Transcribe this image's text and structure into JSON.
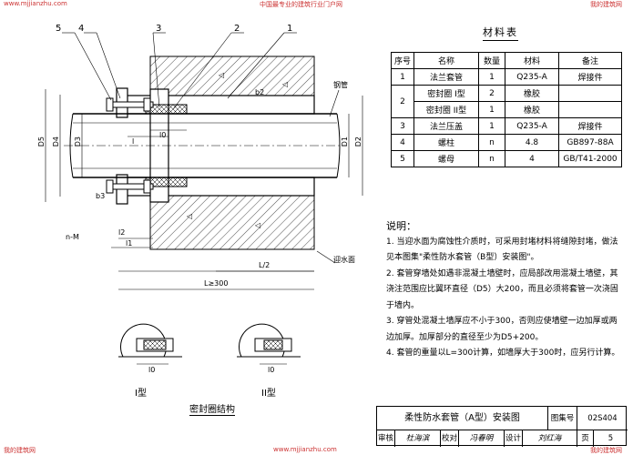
{
  "watermark": {
    "left": "www.mjjianzhu.com",
    "center": "中国最专业的建筑行业门户网",
    "right": "我的建筑网",
    "bottom_left": "我的建筑网",
    "bottom_center": "www.mjjianzhu.com",
    "bottom_right": "我的建筑网"
  },
  "drawing": {
    "callouts": [
      "5",
      "4",
      "3",
      "2",
      "1"
    ],
    "pipe_label": "钢管",
    "water_face_label": "迎水面",
    "dims": {
      "D5": "D5",
      "D4": "D4",
      "D3": "D3",
      "D1": "D1",
      "D2": "D2",
      "l": "l",
      "l0": "l0",
      "l1": "l1",
      "l2": "l2",
      "L_half": "L/2",
      "L_min": "L≥300",
      "b2": "b2",
      "b3": "b3",
      "nM": "n-M"
    }
  },
  "seal_detail": {
    "type1_label": "I型",
    "type2_label": "II型",
    "l0a": "l0",
    "l0b": "l0",
    "caption": "密封圈结构"
  },
  "material_table": {
    "caption": "材料表",
    "headers": [
      "序号",
      "名称",
      "数量",
      "材料",
      "备注"
    ],
    "rows": [
      {
        "no": "1",
        "name": "法兰套管",
        "qty": "1",
        "material": "Q235-A",
        "note": "焊接件"
      },
      {
        "no": "2",
        "name": "密封圈 I型",
        "qty": "2",
        "material": "橡胶",
        "note": ""
      },
      {
        "no": "",
        "name": "密封圈 II型",
        "qty": "1",
        "material": "橡胶",
        "note": ""
      },
      {
        "no": "3",
        "name": "法兰压盖",
        "qty": "1",
        "material": "Q235-A",
        "note": "焊接件"
      },
      {
        "no": "4",
        "name": "螺柱",
        "qty": "n",
        "material": "4.8",
        "note": "GB897-88A"
      },
      {
        "no": "5",
        "name": "螺母",
        "qty": "n",
        "material": "4",
        "note": "GB/T41-2000"
      }
    ]
  },
  "notes": {
    "title": "说明：",
    "items": [
      "1. 当迎水面为腐蚀性介质时，可采用封堵材料将缝隙封堵，做法见本图集\"柔性防水套管（B型）安装图\"。",
      "2. 套管穿墙处如遇非混凝土墙壁时，应局部改用混凝土墙壁，其浇注范围应比翼环直径（D5）大200，而且必须将套管一次浇固于墙内。",
      "3. 穿管处混凝土墙厚应不小于300，否则应使墙壁一边加厚或两边加厚。加厚部分的直径至少为D5+200。",
      "4. 套管的重量以L=300计算，如墙厚大于300时，应另行计算。"
    ]
  },
  "title_block": {
    "title": "柔性防水套管（A型）安装图",
    "set_label": "图集号",
    "set_no": "02S404",
    "review": "审核",
    "review_sign": "杜海滨",
    "check": "校对",
    "check_sign": "冯春明",
    "design": "设计",
    "design_sign": "刘红海",
    "page_label": "页",
    "page_no": "5"
  }
}
